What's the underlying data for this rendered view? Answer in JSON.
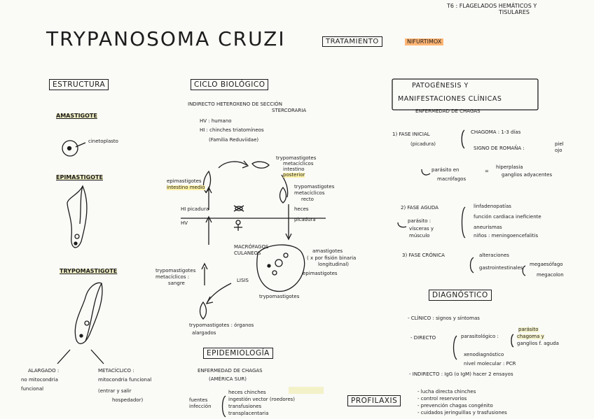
{
  "top_right": {
    "line1": "T6 : FLAGELADOS HEMÁTICOS Y",
    "line2": "TISULARES"
  },
  "title": "TRYPANOSOMA CRUZI",
  "tratamiento": {
    "label": "TRATAMIENTO",
    "drug": "NIFURTIMOX"
  },
  "estructura": {
    "heading": "ESTRUCTURA",
    "amastigote": "AMASTIGOTE",
    "cinetoplasto": "cinetoplasto",
    "epimastigote": "EPIMASTIGOTE",
    "trypomastigote": "TRYPOMASTIGOTE",
    "left_note": [
      "ALARGADO :",
      "no mitocondria",
      "funcional"
    ],
    "right_note": [
      "METACÍCLICO :",
      "mitocondria funcional",
      "(entrar y salir",
      "hospedador)"
    ]
  },
  "ciclo": {
    "heading": "CICLO BIOLÓGICO",
    "line1": "INDIRECTO HETEROXENO DE SECCIÓN",
    "line2": "STERCORARIA",
    "hv": "HV : humano",
    "hi": "HI : chinches triatomíneos",
    "familia": "(Familia Reduviidae)",
    "tryp_intestino": [
      "trypomastigotes",
      "metacíclicos",
      "intestino",
      "posterior"
    ],
    "tryp_recto": [
      "trypomastigotes",
      "metacíclicos",
      "recto"
    ],
    "epi_intestino": [
      "epimastigotes",
      "intestino medio"
    ],
    "hi_picadura": "HI   picadura",
    "heces": "heces",
    "picadura": "picadura",
    "hv_label": "HV",
    "macrofagos": [
      "MACRÓFAGOS",
      "CULANEOS"
    ],
    "amastigotes": [
      "amastigotes",
      "( x por fisión binaria",
      "longitudinal)"
    ],
    "epimastigotes": "epimastigotes",
    "lisis": "LISIS",
    "tryp_sangre": [
      "trypomastigotes",
      "metacíclicos :",
      "sangre"
    ],
    "tryp_small": "trypomastigotes",
    "organos": [
      "trypomastigotes : órganos",
      "alargados"
    ]
  },
  "epidemiologia": {
    "heading": "EPIDEMIOLOGÍA",
    "line1": "ENFERMEDAD DE CHAGAS",
    "line2": "(AMÉRICA SUR)",
    "fuentes": [
      "fuentes",
      "infección"
    ],
    "items": [
      "heces chinches",
      "ingestión vector (roedores)",
      "transfusiones",
      "transplacentaria"
    ]
  },
  "patogenesis": {
    "heading1": "PATOGÉNESIS Y",
    "heading2": "MANIFESTACIONES CLÍNICAS",
    "sub": "ENFERMEDAD DE CHAGAS",
    "f1": [
      "1) FASE INICIAL",
      "(picadura)"
    ],
    "chagoma": "CHAGOMA : 1-3 días",
    "romana": "SIGNO DE ROMAÑA :",
    "piel_ojo": [
      "piel",
      "ojo"
    ],
    "parasito": [
      "parásito en",
      "macrófagos"
    ],
    "hiper": [
      "hiperplasia",
      "ganglios adyacentes"
    ],
    "f2": "2) FASE AGUDA",
    "parasito2": [
      "parásito :",
      "vísceras y",
      "músculo"
    ],
    "f2_items": [
      "linfadenopatías",
      "función cardiaca ineficiente",
      "aneurismas",
      "niños : meningoencefalitis"
    ],
    "f3": "3) FASE CRÓNICA",
    "alteraciones": "alteraciones",
    "gastro": "gastrointestinales",
    "mega": [
      "megaesófago",
      "megacolon"
    ]
  },
  "diagnostico": {
    "heading": "DIAGNÓSTICO",
    "clinico": "- CLÍNICO : signos y síntomas",
    "directo": "- DIRECTO",
    "parasit": "parasitológico :",
    "parasit_r": [
      "parásito",
      "chagoma y",
      "ganglios f. aguda"
    ],
    "xeno": "xenodiagnóstico",
    "molecular": "nivel molecular : PCR",
    "indirecto": "- INDIRECTO : IgG (o IgM) hacer 2 ensayos"
  },
  "profilaxis": {
    "heading": "PROFILAXIS",
    "items": [
      "- lucha directa chinches",
      "- control reservorios",
      "- prevención chagas congénito",
      "- cuidados jeringuillas y trasfusiones"
    ]
  }
}
